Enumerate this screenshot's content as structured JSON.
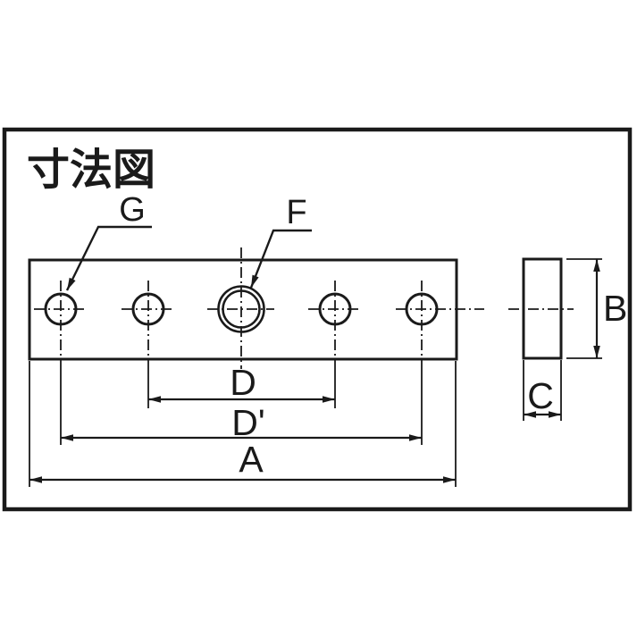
{
  "title": "寸法図",
  "labels": {
    "g": "G",
    "f": "F",
    "d": "D",
    "d_prime": "D'",
    "a": "A",
    "b": "B",
    "c": "C"
  },
  "colors": {
    "line": "#1a1a1a",
    "background": "#ffffff"
  }
}
